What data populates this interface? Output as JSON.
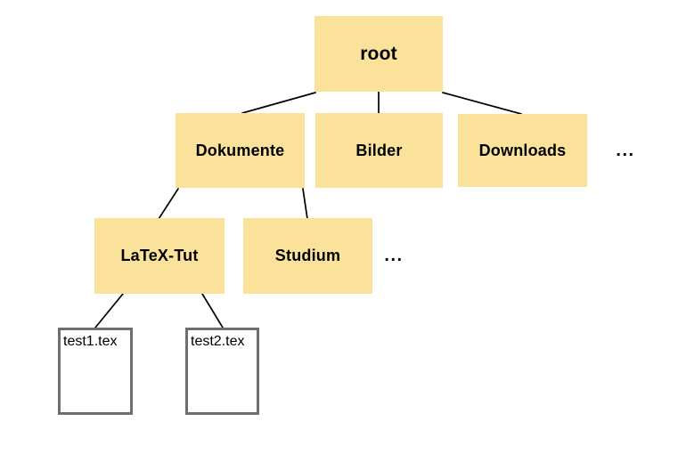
{
  "diagram": {
    "type": "tree",
    "colors": {
      "node_fill": "#FBE29B",
      "file_fill": "#FFFFFF",
      "file_border": "#6E6E6E",
      "edge": "#000000",
      "text": "#000000",
      "background": "#FFFFFF"
    },
    "nodes": {
      "root": {
        "label": "root",
        "type": "folder"
      },
      "dokumente": {
        "label": "Dokumente",
        "type": "folder"
      },
      "bilder": {
        "label": "Bilder",
        "type": "folder"
      },
      "downloads": {
        "label": "Downloads",
        "type": "folder"
      },
      "latex_tut": {
        "label": "LaTeX-Tut",
        "type": "folder"
      },
      "studium": {
        "label": "Studium",
        "type": "folder"
      },
      "test1": {
        "label": "test1.tex",
        "type": "file"
      },
      "test2": {
        "label": "test2.tex",
        "type": "file"
      }
    },
    "ellipsis": {
      "after_downloads": "...",
      "after_studium": "..."
    },
    "edges": [
      {
        "from": "root",
        "to": "dokumente"
      },
      {
        "from": "root",
        "to": "bilder"
      },
      {
        "from": "root",
        "to": "downloads"
      },
      {
        "from": "dokumente",
        "to": "latex_tut"
      },
      {
        "from": "dokumente",
        "to": "studium"
      },
      {
        "from": "latex_tut",
        "to": "test1"
      },
      {
        "from": "latex_tut",
        "to": "test2"
      }
    ]
  }
}
